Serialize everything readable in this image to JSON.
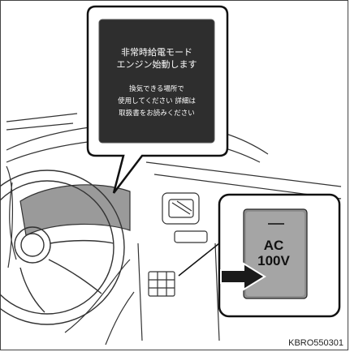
{
  "callout": {
    "title_line1": "非常時給電モード",
    "title_line2": "エンジン始動します",
    "body_line1": "換気できる場所で",
    "body_line2": "使用してください 詳細は",
    "body_line3": "取扱書をお読みください"
  },
  "button": {
    "line1": "AC",
    "line2": "100V"
  },
  "figure_id": "KBRO550301",
  "colors": {
    "screen_bg": "#2e2e2e",
    "button_face": "#8e8e8e",
    "arrow": "#1a1a1a",
    "line_art": "#333333"
  }
}
